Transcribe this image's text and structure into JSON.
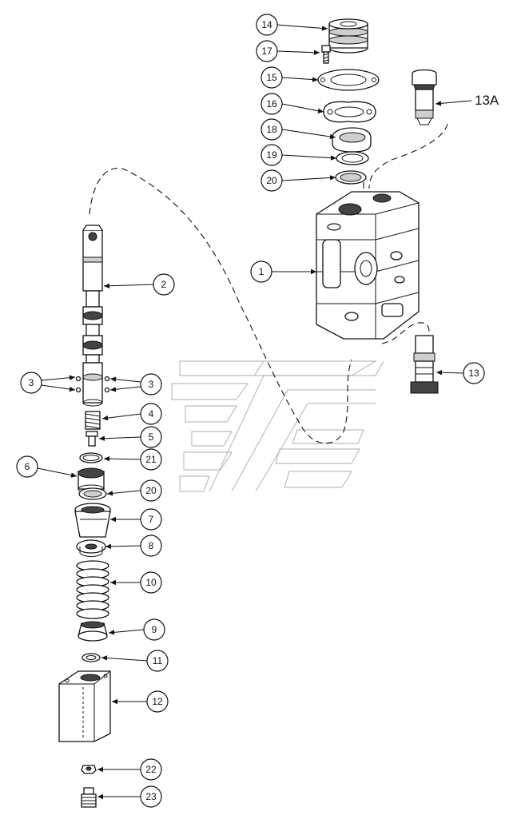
{
  "callouts": [
    {
      "id": "14",
      "text": "14"
    },
    {
      "id": "17",
      "text": "17"
    },
    {
      "id": "15",
      "text": "15"
    },
    {
      "id": "16",
      "text": "16"
    },
    {
      "id": "18",
      "text": "18"
    },
    {
      "id": "19",
      "text": "19"
    },
    {
      "id": "20a",
      "text": "20"
    },
    {
      "id": "13A",
      "text": "13A"
    },
    {
      "id": "1",
      "text": "1"
    },
    {
      "id": "2",
      "text": "2"
    },
    {
      "id": "3a",
      "text": "3"
    },
    {
      "id": "3b",
      "text": "3"
    },
    {
      "id": "13",
      "text": "13"
    },
    {
      "id": "4",
      "text": "4"
    },
    {
      "id": "5",
      "text": "5"
    },
    {
      "id": "21",
      "text": "21"
    },
    {
      "id": "6",
      "text": "6"
    },
    {
      "id": "20b",
      "text": "20"
    },
    {
      "id": "7",
      "text": "7"
    },
    {
      "id": "8",
      "text": "8"
    },
    {
      "id": "10",
      "text": "10"
    },
    {
      "id": "9",
      "text": "9"
    },
    {
      "id": "11",
      "text": "11"
    },
    {
      "id": "12",
      "text": "12"
    },
    {
      "id": "22",
      "text": "22"
    },
    {
      "id": "23",
      "text": "23"
    }
  ]
}
